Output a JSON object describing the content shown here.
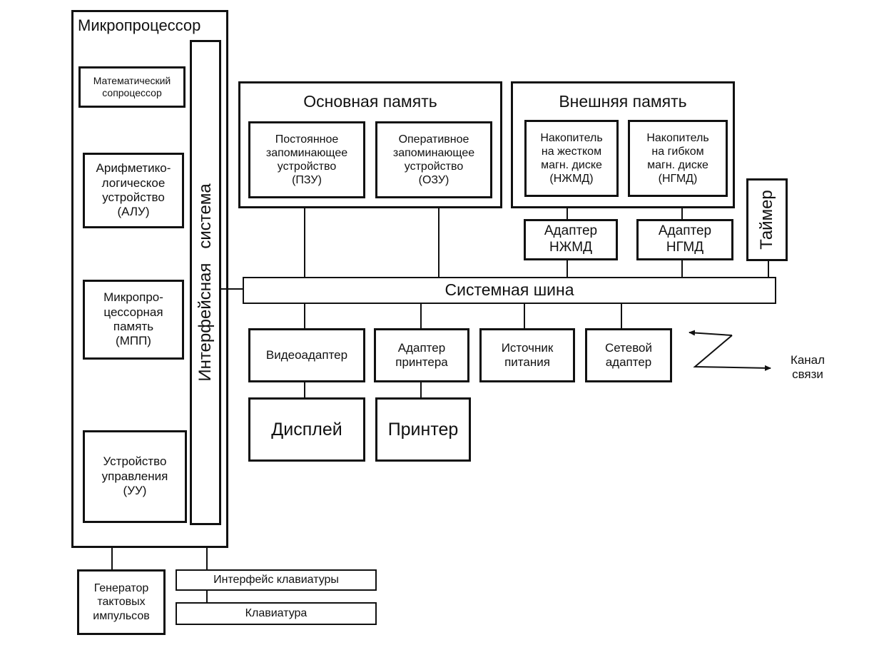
{
  "microprocessor": {
    "title": "Микропроцессор",
    "math_coprocessor": "Математический\nсопроцессор",
    "alu": "Арифметико-\nлогическое\nустройство\n(АЛУ)",
    "mpp": "Микропро-\nцессорная\nпамять\n(МПП)",
    "control_unit": "Устройство\nуправления\n(УУ)",
    "interface_system": "Интерфейсная   система"
  },
  "main_memory": {
    "title": "Основная память",
    "rom": "Постоянное\nзапоминающее\nустройство\n(ПЗУ)",
    "ram": "Оперативное\nзапоминающее\nустройство\n(ОЗУ)"
  },
  "external_memory": {
    "title": "Внешняя память",
    "hdd": "Накопитель\nна жестком\nмагн. диске\n(НЖМД)",
    "fdd": "Накопитель\nна гибком\nмагн. диске\n(НГМД)"
  },
  "adapters": {
    "hdd_adapter": "Адаптер\nНЖМД",
    "fdd_adapter": "Адаптер\nНГМД",
    "timer": "Таймер"
  },
  "system_bus": "Системная шина",
  "peripherals": {
    "video_adapter": "Видеоадаптер",
    "printer_adapter": "Адаптер\nпринтера",
    "power_supply": "Источник\nпитания",
    "network_adapter": "Сетевой\nадаптер",
    "display": "Дисплей",
    "printer": "Принтер",
    "channel": "Канал\nсвязи"
  },
  "bottom": {
    "clock_generator": "Генератор\nтактовых\nимпульсов",
    "keyboard_interface": "Интерфейс клавиатуры",
    "keyboard": "Клавиатура"
  }
}
